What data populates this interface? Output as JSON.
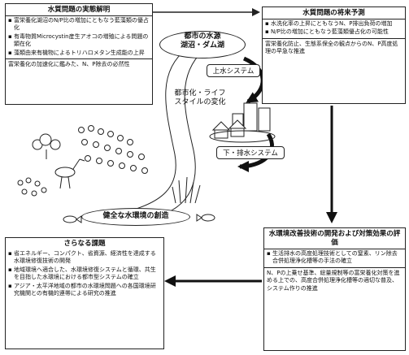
{
  "top_left": {
    "title": "水質問題の実態解明",
    "items": [
      "富栄養化湖沼のN/P比の増加にともなう藍藻類の優占化",
      "有毒物質Microcystin産生アオコの増殖による問題の顕在化",
      "藻類由来有機物によるトリハロメタン生成能の上昇"
    ],
    "note": "富栄養化の加速化に鑑みた、N、P除去の必然性"
  },
  "top_right": {
    "title": "水質問題の将来予測",
    "items": [
      "水洗化率の上昇にともなうN、P排出負荷の増加",
      "N/P比の増加にともなう藍藻類優占化の可能性"
    ],
    "note": "富栄養化防止、生態系保全の観点からのN、P高度処理の早急な推進"
  },
  "middle_right": {
    "title": "水環境改善技術の開発および対策効果の評価",
    "items": [
      "生活排水の高度処理技術としての窒素、リン除去合併処理浄化槽等の手法の確立"
    ],
    "note": "N、Pの上乗せ基準、総量規制等の富栄養化対策を進める上での、高度合併処理浄化槽等の適切な普及、システム作りの推進"
  },
  "bottom_left": {
    "title": "さらなる課題",
    "items": [
      "省エネルギー、コンパクト、省資源、経済性を達成する水環境修復技術の開発",
      "地域環境へ適合した、水環境修復システムと循環、共生を目指した水環境における都市型システムの確立",
      "アジア・太平洋地域の都市の水環境問題への各国環境研究機関との有機的連帯による研究の推進"
    ]
  },
  "diagram": {
    "water_source": "都市の水源\n湖沼・ダム湖",
    "upper_water": "上水システム",
    "lifestyle": "都市化・ライフ\nスタイルの変化",
    "sewer": "下・排水システム",
    "healthy": "健全な水環境の創造"
  },
  "colors": {
    "line": "#222222",
    "fill": "#ffffff"
  }
}
